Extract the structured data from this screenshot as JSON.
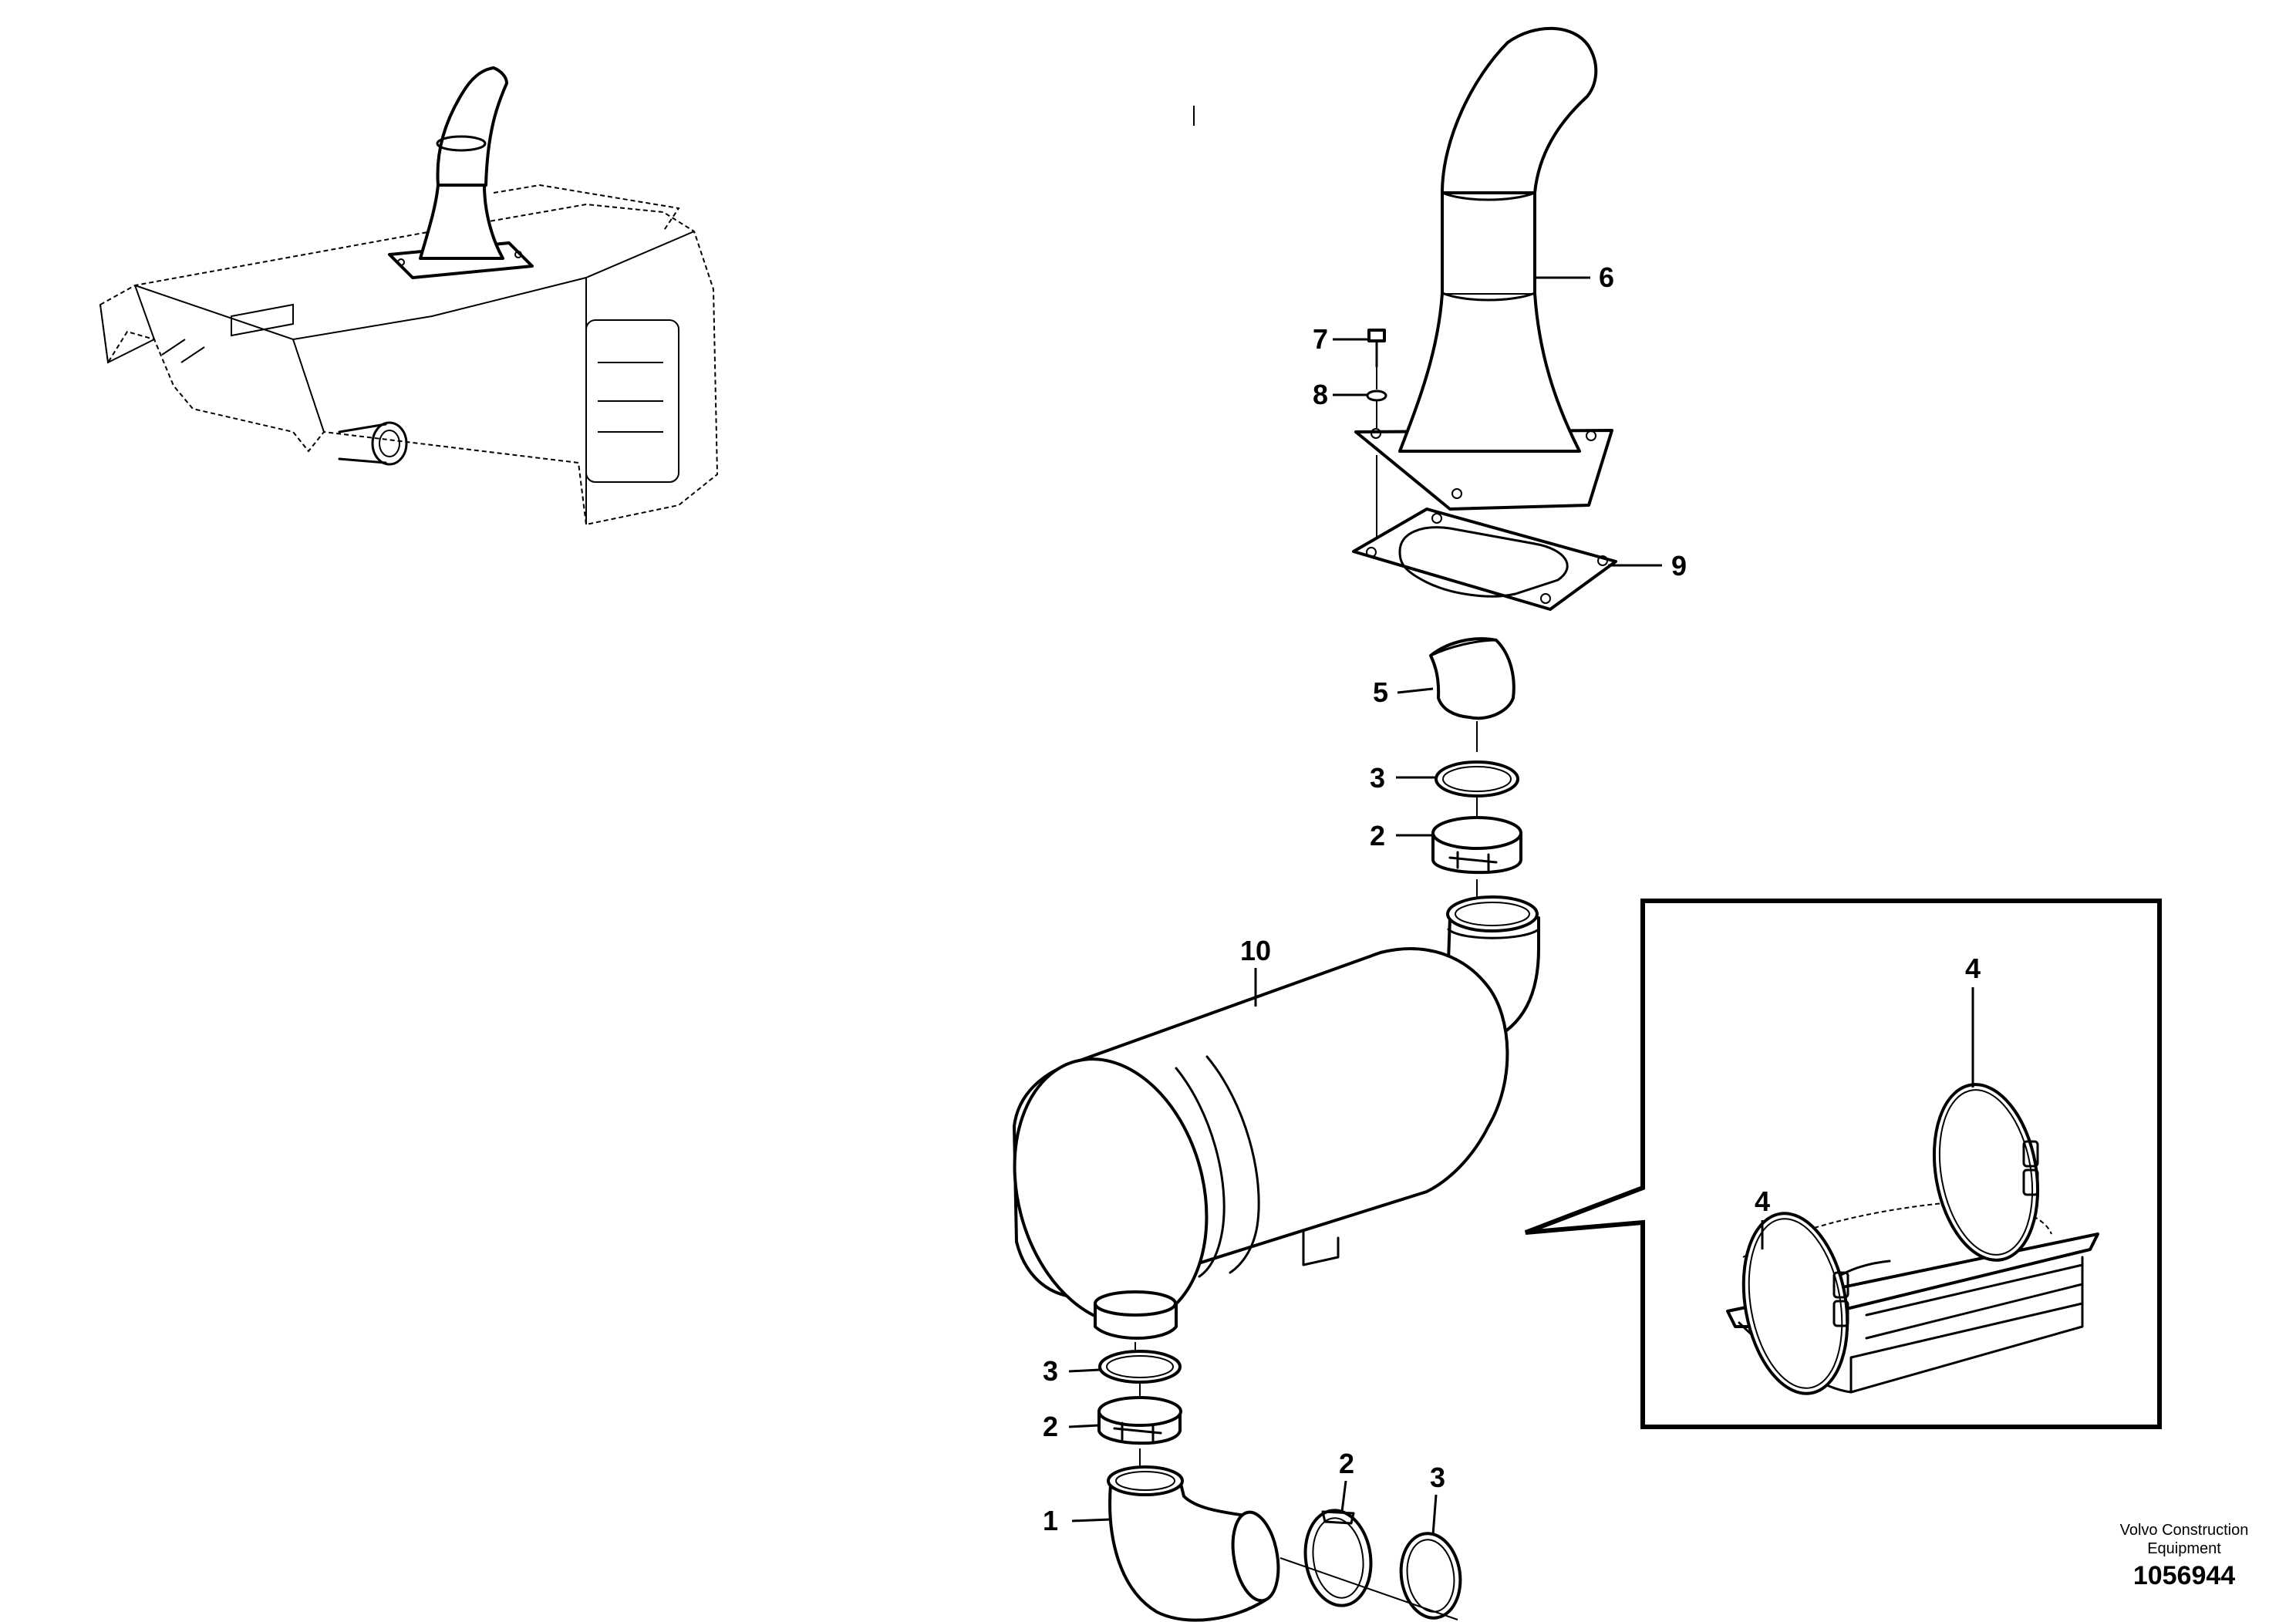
{
  "callouts": {
    "c1": "1",
    "c2a": "2",
    "c2b": "2",
    "c2c": "2",
    "c3a": "3",
    "c3b": "3",
    "c3c": "3",
    "c4a": "4",
    "c4b": "4",
    "c5": "5",
    "c6": "6",
    "c7": "7",
    "c8": "8",
    "c9": "9",
    "c10": "10"
  },
  "brand": {
    "line1": "Volvo Construction",
    "line2": "Equipment",
    "number": "1056944"
  }
}
